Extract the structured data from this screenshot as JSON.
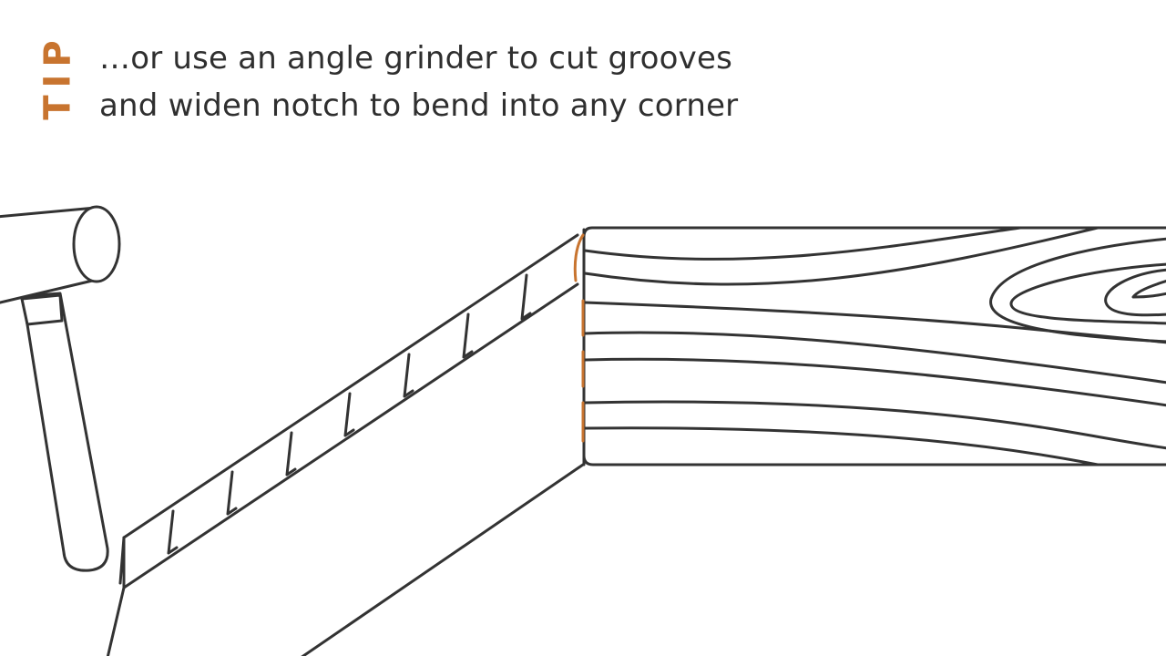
{
  "tip": {
    "label": "TIP",
    "line1": "…or use an angle grinder to cut grooves",
    "line2": "and widen notch to bend into any corner"
  },
  "illustration": {
    "icons": [
      "hammer-icon",
      "wood-plank-icon",
      "metal-trim-strip-icon",
      "groove-notch-icon"
    ]
  },
  "colors": {
    "accent": "#c8742f",
    "text": "#2f2f2f",
    "outline": "#333333",
    "background": "#ffffff"
  }
}
